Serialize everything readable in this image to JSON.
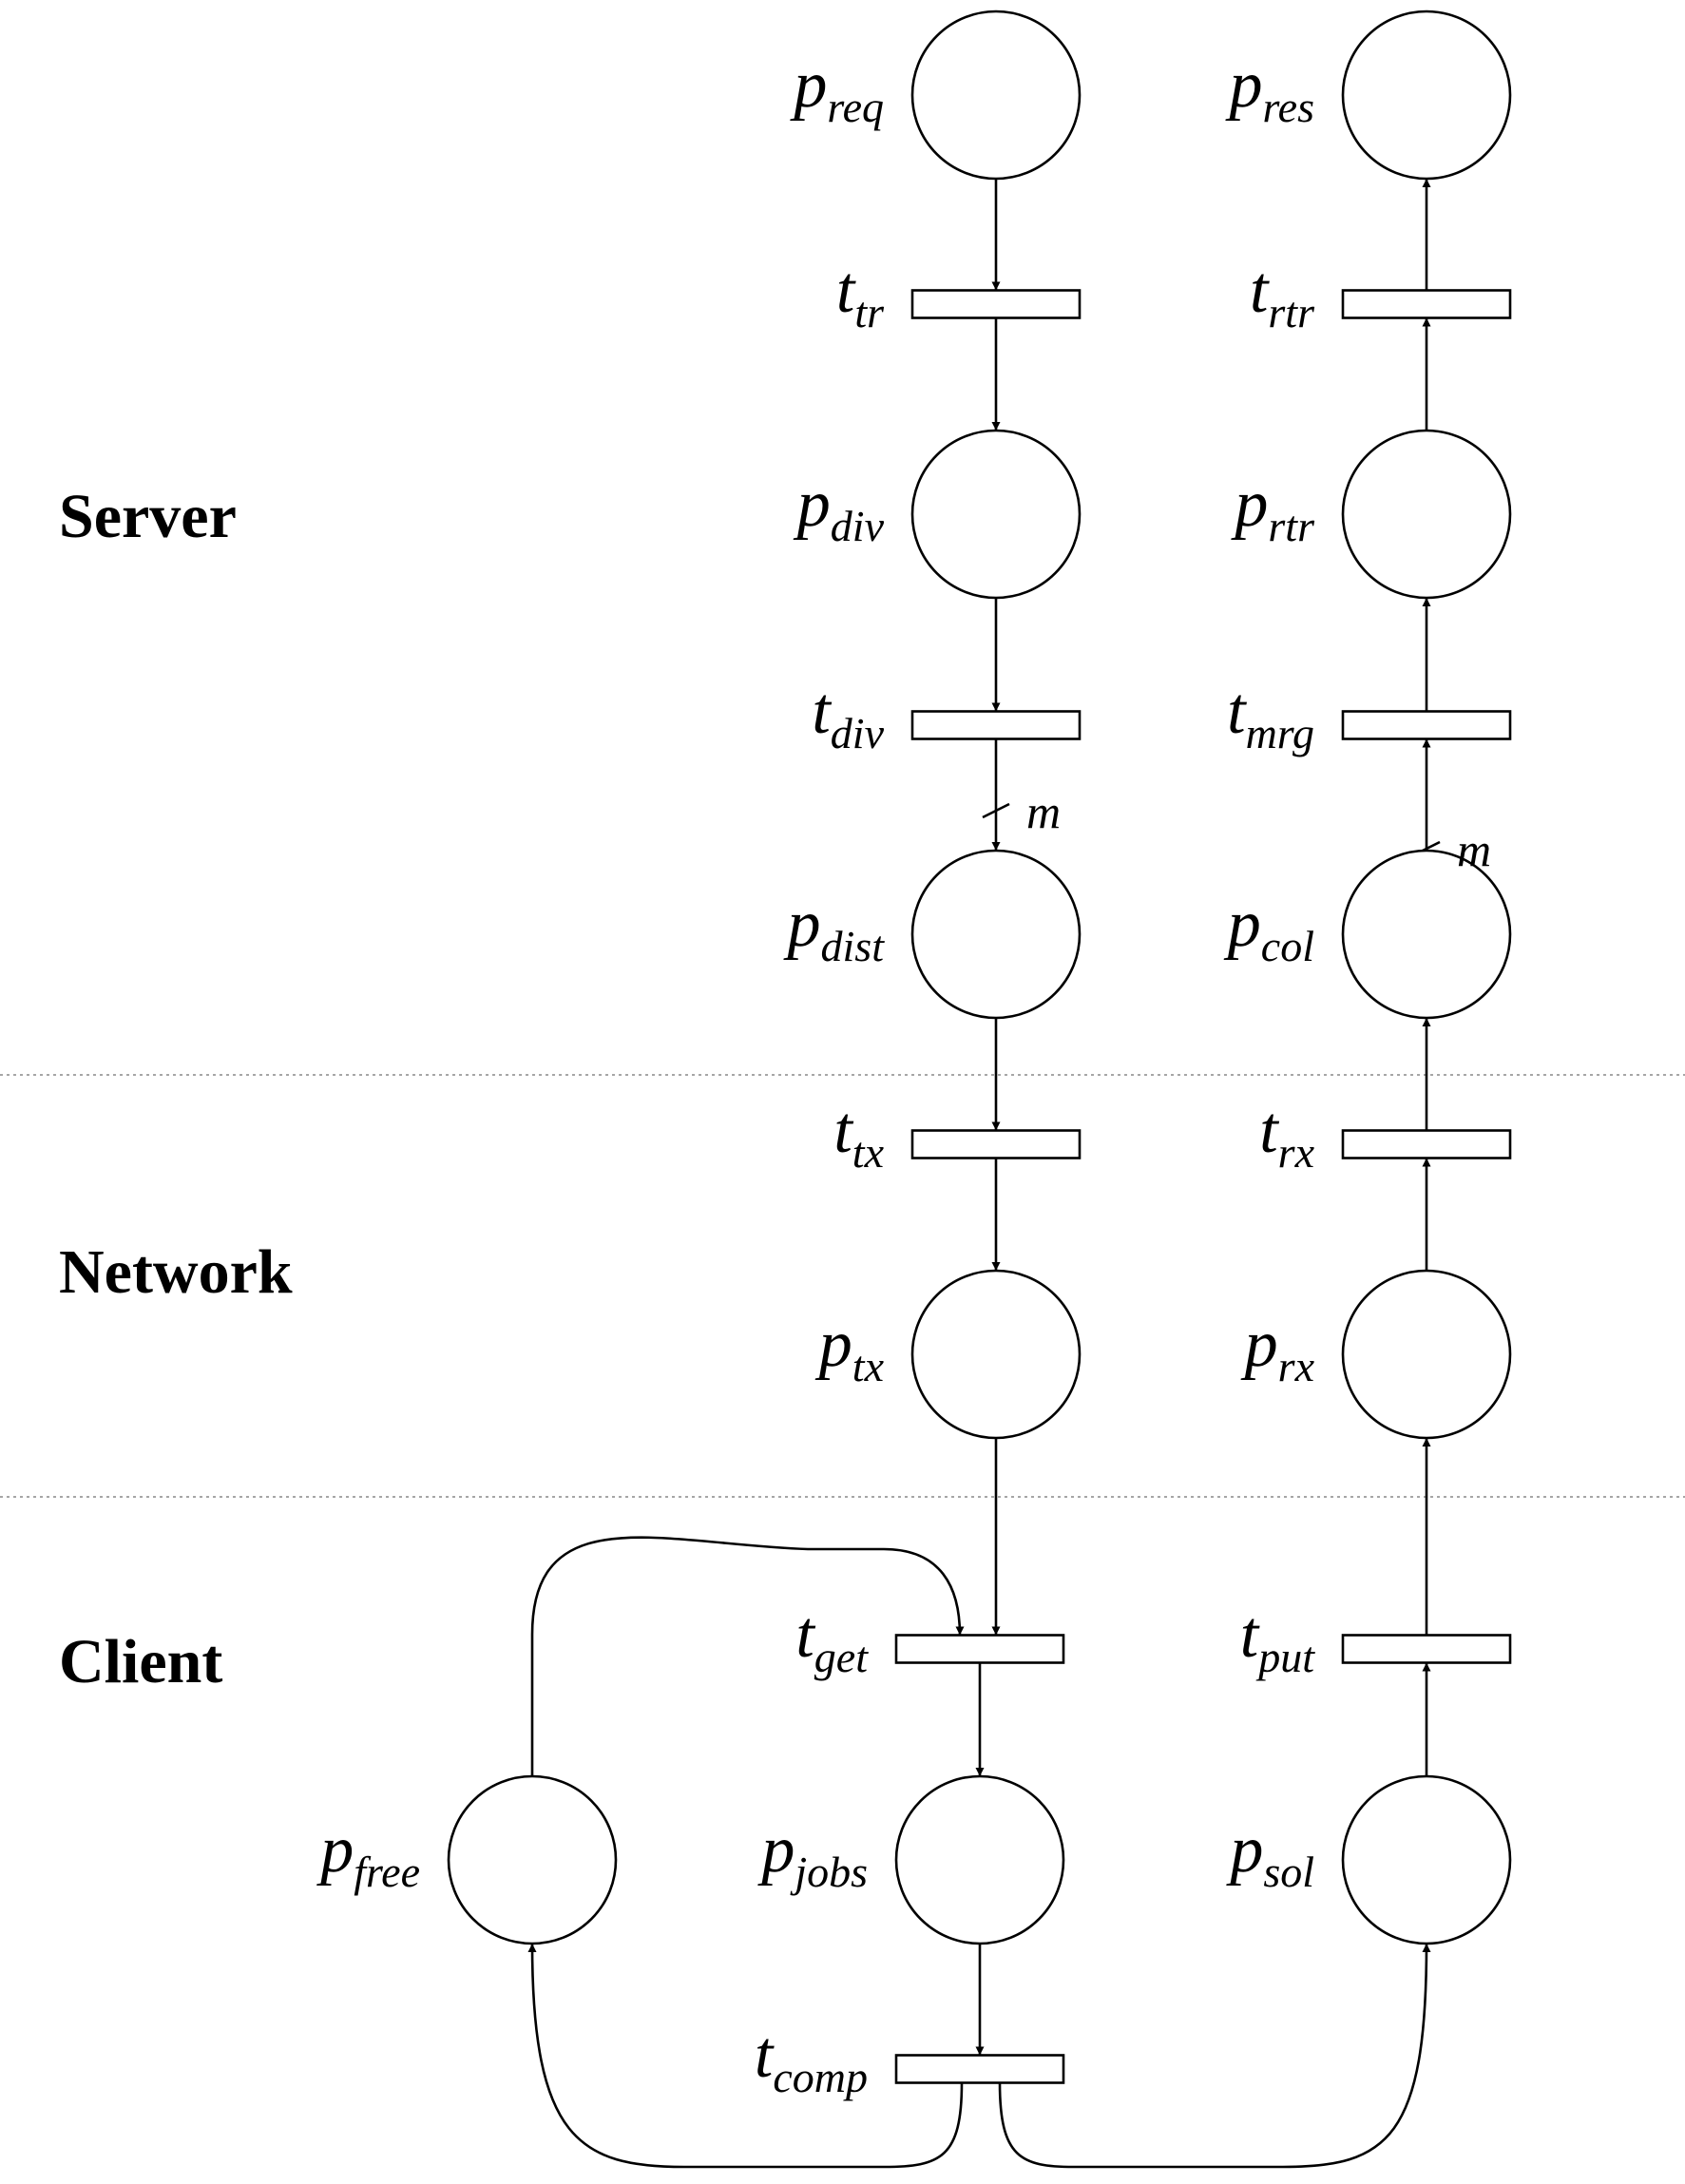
{
  "sections": [
    {
      "id": "server",
      "label": "Server"
    },
    {
      "id": "network",
      "label": "Network"
    },
    {
      "id": "client",
      "label": "Client"
    }
  ],
  "places": [
    {
      "id": "p_req",
      "main": "p",
      "sub": "req"
    },
    {
      "id": "p_div",
      "main": "p",
      "sub": "div"
    },
    {
      "id": "p_dist",
      "main": "p",
      "sub": "dist"
    },
    {
      "id": "p_tx",
      "main": "p",
      "sub": "tx"
    },
    {
      "id": "p_res",
      "main": "p",
      "sub": "res"
    },
    {
      "id": "p_rtr",
      "main": "p",
      "sub": "rtr"
    },
    {
      "id": "p_col",
      "main": "p",
      "sub": "col"
    },
    {
      "id": "p_rx",
      "main": "p",
      "sub": "rx"
    },
    {
      "id": "p_free",
      "main": "p",
      "sub": "free"
    },
    {
      "id": "p_jobs",
      "main": "p",
      "sub": "jobs"
    },
    {
      "id": "p_sol",
      "main": "p",
      "sub": "sol"
    }
  ],
  "transitions": [
    {
      "id": "t_tr",
      "main": "t",
      "sub": "tr"
    },
    {
      "id": "t_div",
      "main": "t",
      "sub": "div"
    },
    {
      "id": "t_tx",
      "main": "t",
      "sub": "tx"
    },
    {
      "id": "t_rtr",
      "main": "t",
      "sub": "rtr"
    },
    {
      "id": "t_mrg",
      "main": "t",
      "sub": "mrg"
    },
    {
      "id": "t_rx",
      "main": "t",
      "sub": "rx"
    },
    {
      "id": "t_get",
      "main": "t",
      "sub": "get"
    },
    {
      "id": "t_put",
      "main": "t",
      "sub": "put"
    },
    {
      "id": "t_comp",
      "main": "t",
      "sub": "comp"
    }
  ],
  "arcs": [
    {
      "id": "a1",
      "from": "p_req",
      "to": "t_tr"
    },
    {
      "id": "a2",
      "from": "t_tr",
      "to": "p_div"
    },
    {
      "id": "a3",
      "from": "p_div",
      "to": "t_div"
    },
    {
      "id": "a4",
      "from": "t_div",
      "to": "p_dist",
      "weight": "m"
    },
    {
      "id": "a5",
      "from": "p_dist",
      "to": "t_tx"
    },
    {
      "id": "a6",
      "from": "t_tx",
      "to": "p_tx"
    },
    {
      "id": "a7",
      "from": "p_tx",
      "to": "t_get"
    },
    {
      "id": "a8",
      "from": "p_free",
      "to": "t_get"
    },
    {
      "id": "a9",
      "from": "t_get",
      "to": "p_jobs"
    },
    {
      "id": "a10",
      "from": "p_jobs",
      "to": "t_comp"
    },
    {
      "id": "a11",
      "from": "t_comp",
      "to": "p_free"
    },
    {
      "id": "a12",
      "from": "t_comp",
      "to": "p_sol"
    },
    {
      "id": "a13",
      "from": "p_sol",
      "to": "t_put"
    },
    {
      "id": "a14",
      "from": "t_put",
      "to": "p_rx"
    },
    {
      "id": "a15",
      "from": "p_rx",
      "to": "t_rx"
    },
    {
      "id": "a16",
      "from": "t_rx",
      "to": "p_col"
    },
    {
      "id": "a17",
      "from": "p_col",
      "to": "t_mrg",
      "weight": "m"
    },
    {
      "id": "a18",
      "from": "t_mrg",
      "to": "p_rtr"
    },
    {
      "id": "a19",
      "from": "p_rtr",
      "to": "t_rtr"
    },
    {
      "id": "a20",
      "from": "t_rtr",
      "to": "p_res"
    }
  ]
}
